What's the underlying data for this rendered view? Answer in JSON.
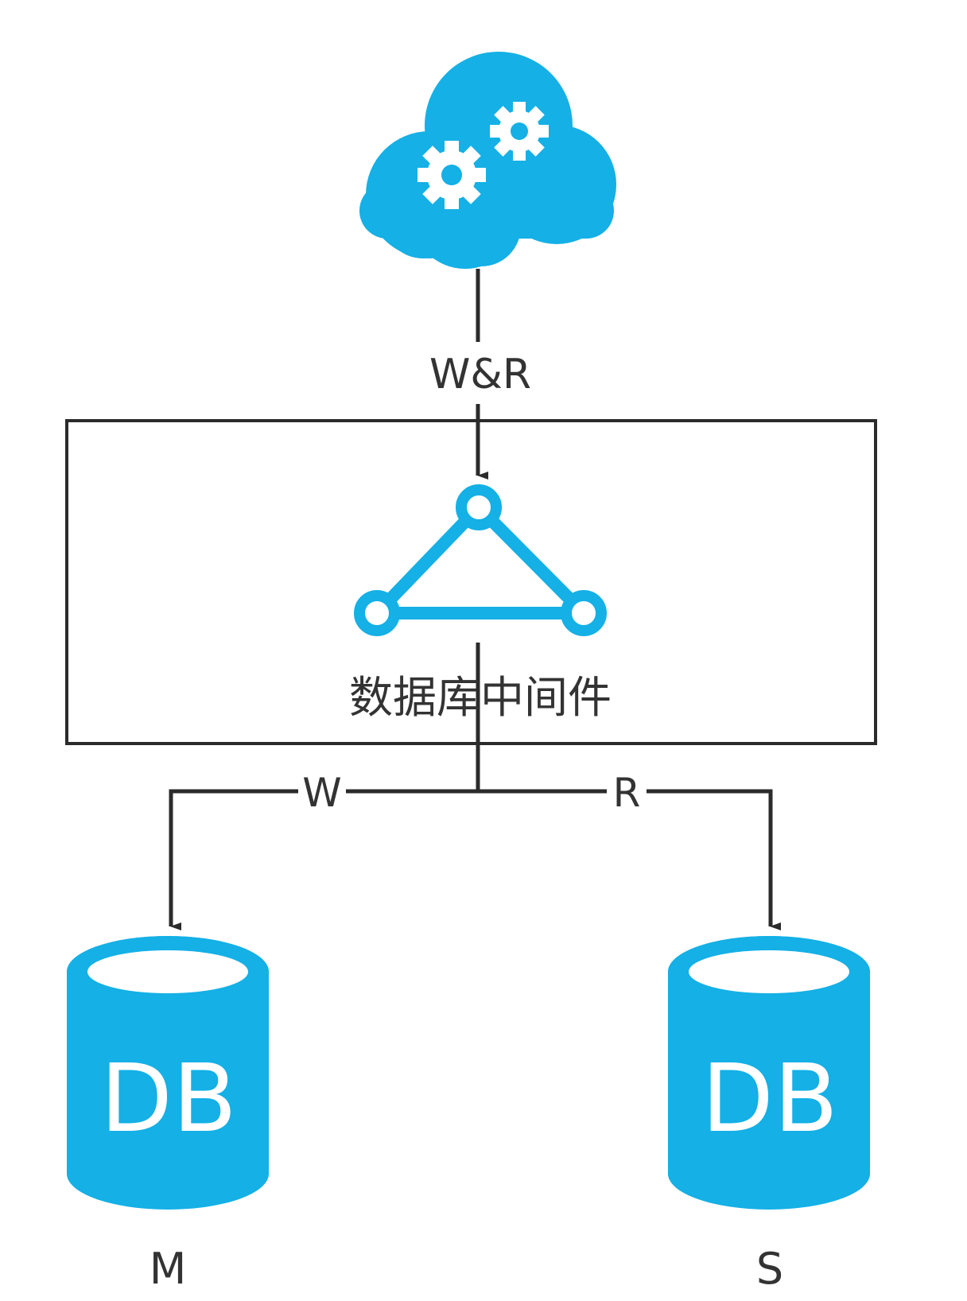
{
  "colors": {
    "accent": "#14b0e6",
    "line": "#2b2b2b",
    "text": "#333333",
    "background": "#ffffff"
  },
  "nodes": {
    "cloud": {
      "icon": "cloud-gears-icon"
    },
    "middleware": {
      "icon": "triangle-nodes-icon",
      "label": "数据库中间件"
    },
    "master_db": {
      "icon": "database-icon",
      "text": "DB",
      "label": "M"
    },
    "slave_db": {
      "icon": "database-icon",
      "text": "DB",
      "label": "S"
    }
  },
  "edges": {
    "cloud_to_middleware": "W&R",
    "to_master": "W",
    "to_slave": "R"
  }
}
